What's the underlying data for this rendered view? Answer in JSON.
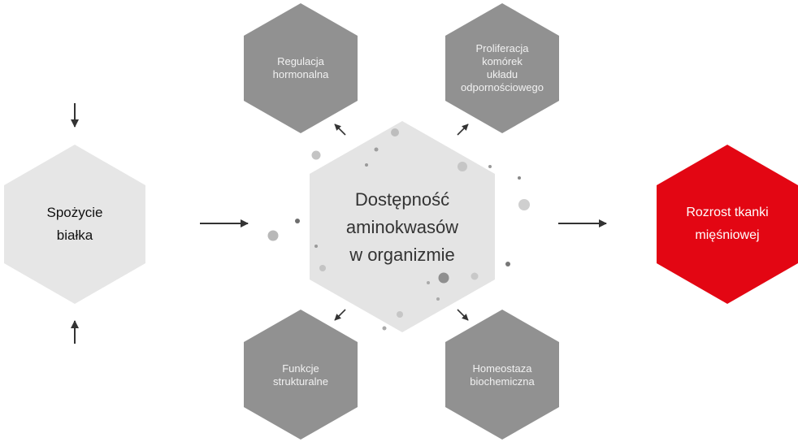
{
  "colors": {
    "hex_light": "#e6e6e6",
    "hex_center": "#e4e4e4",
    "hex_dark": "#919191",
    "hex_accent": "#e30613",
    "arrow": "#333333",
    "dot_light": "#bdbdbd",
    "dot_dark": "#7a7a7a"
  },
  "nodes": {
    "intake": {
      "lines": [
        "Spożycie",
        "białka"
      ]
    },
    "center": {
      "lines": [
        "Dostępność",
        "aminokwasów",
        "w organizmie"
      ]
    },
    "hormonal": {
      "lines": [
        "Regulacja",
        "hormonalna"
      ]
    },
    "immune": {
      "lines": [
        "Proliferacja",
        "komórek",
        "układu",
        "odpornościowego"
      ]
    },
    "structural": {
      "lines": [
        "Funkcje",
        "strukturalne"
      ]
    },
    "homeostasis": {
      "lines": [
        "Homeostaza",
        "biochemiczna"
      ]
    },
    "growth": {
      "lines": [
        "Rozrost tkanki",
        "mięśniowej"
      ]
    }
  }
}
